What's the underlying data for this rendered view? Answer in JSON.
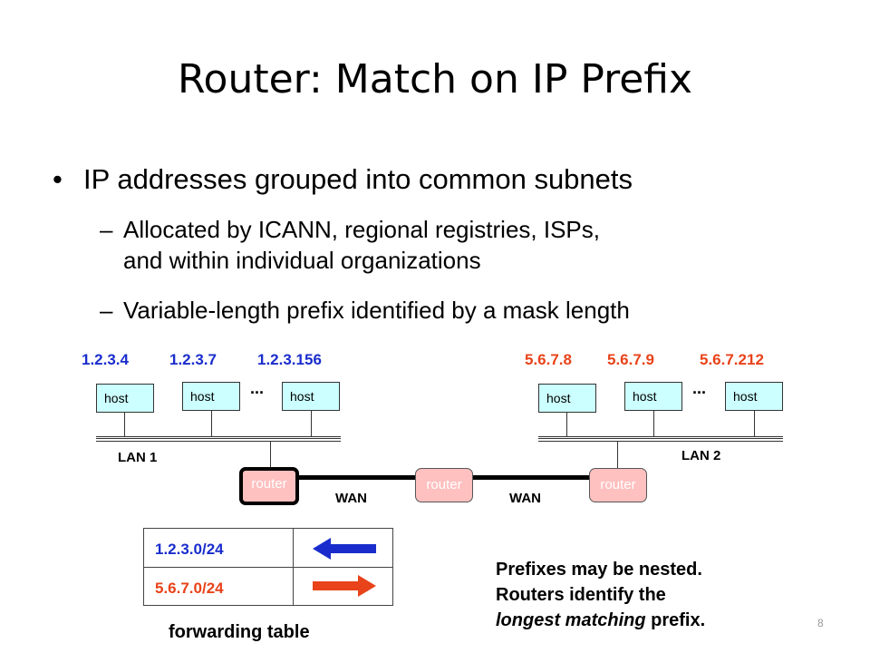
{
  "title": "Router: Match on IP Prefix",
  "bullet": {
    "text": "IP addresses grouped into common subnets",
    "sub1_line1": "Allocated by ICANN, regional registries, ISPs,",
    "sub1_line2": "and within individual organizations",
    "sub2": "Variable-length prefix identified by a mask length",
    "dash": "–",
    "dot": "•"
  },
  "diagram": {
    "lan1": {
      "label": "LAN 1",
      "ips": [
        "1.2.3.4",
        "1.2.3.7",
        "1.2.3.156"
      ],
      "host_label": "host"
    },
    "lan2": {
      "label": "LAN 2",
      "ips": [
        "5.6.7.8",
        "5.6.7.9",
        "5.6.7.212"
      ],
      "host_label": "host"
    },
    "ellipsis": "...",
    "router_label": "router",
    "wan_label": "WAN",
    "colors": {
      "lan1": "#1a2dcc",
      "lan2": "#e8431a",
      "host_fill": "#ccffff",
      "router_fill": "#ffc0c0"
    }
  },
  "forwarding_table": {
    "label": "forwarding table",
    "rows": [
      {
        "prefix": "1.2.3.0/24",
        "direction": "left-arrow"
      },
      {
        "prefix": "5.6.7.0/24",
        "direction": "right-arrow"
      }
    ]
  },
  "note": {
    "line1": "Prefixes may be nested.",
    "line2": "Routers identify the",
    "line3_em": "longest matching",
    "line3_rest": " prefix."
  },
  "page_number": "8"
}
